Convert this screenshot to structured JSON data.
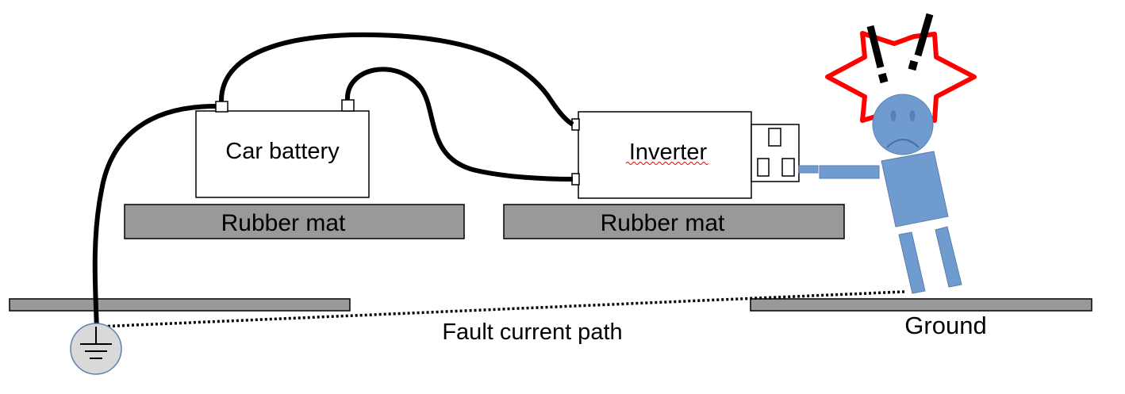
{
  "labels": {
    "battery": "Car battery",
    "inverter": "Inverter",
    "mat_left": "Rubber mat",
    "mat_right": "Rubber mat",
    "fault_path": "Fault current path",
    "ground": "Ground",
    "exclamation": "!!"
  },
  "colors": {
    "wire": "#000000",
    "mat": "#999999",
    "person": "#6f9bcf",
    "shock_burst": "#ff0000",
    "earth_symbol_fill": "#d9d9d9",
    "earth_symbol_stroke": "#5b7fb1"
  },
  "icons": {
    "earth": "ground-symbol-icon",
    "outlet": "power-outlet-icon",
    "burst": "shock-burst-icon"
  }
}
